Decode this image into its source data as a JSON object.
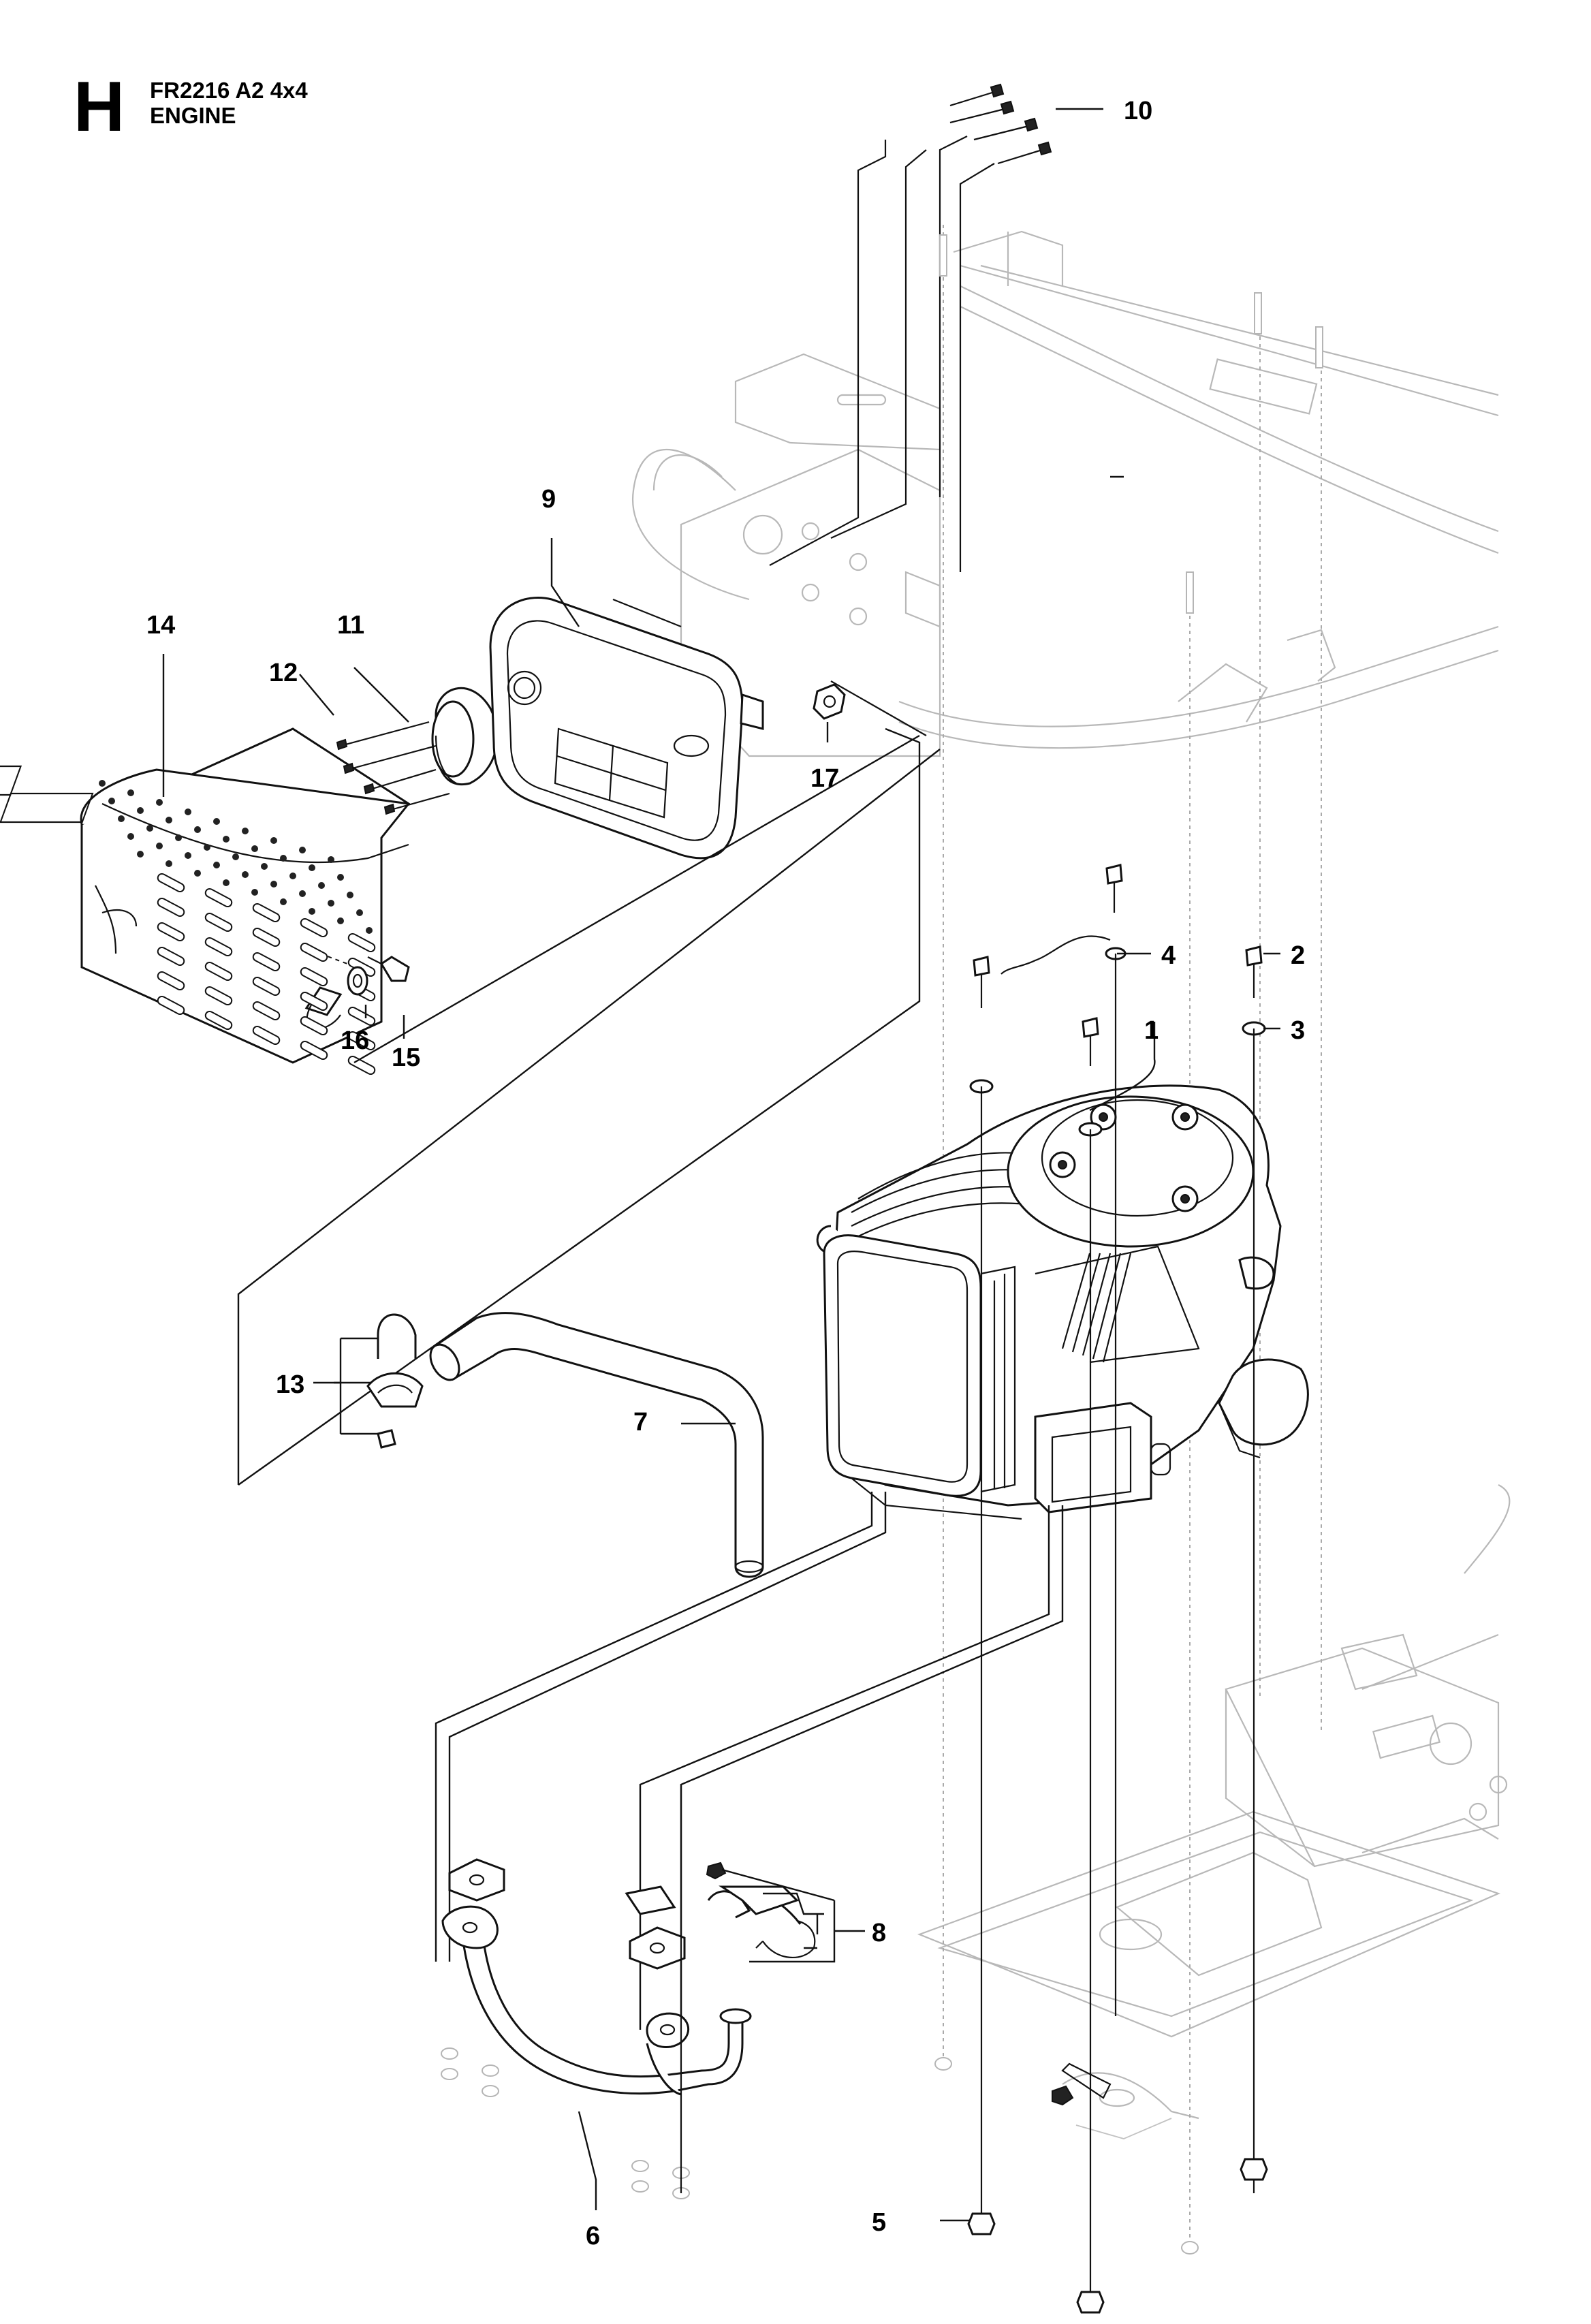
{
  "header": {
    "section_letter": "H",
    "model": "FR2216 A2 4x4",
    "section_title": "ENGINE"
  },
  "callouts": [
    {
      "number": "1",
      "part": "engine"
    },
    {
      "number": "2",
      "part": "bolt"
    },
    {
      "number": "3",
      "part": "washer"
    },
    {
      "number": "4",
      "part": "lock-washer"
    },
    {
      "number": "5",
      "part": "nut"
    },
    {
      "number": "6",
      "part": "exhaust-pipe"
    },
    {
      "number": "7",
      "part": "exhaust-pipe"
    },
    {
      "number": "8",
      "part": "clamp-kit"
    },
    {
      "number": "9",
      "part": "muffler"
    },
    {
      "number": "10",
      "part": "bolt"
    },
    {
      "number": "11",
      "part": "spark-arrestor"
    },
    {
      "number": "12",
      "part": "screw"
    },
    {
      "number": "13",
      "part": "clamp-kit"
    },
    {
      "number": "14",
      "part": "muffler-guard"
    },
    {
      "number": "15",
      "part": "screw"
    },
    {
      "number": "16",
      "part": "washer"
    },
    {
      "number": "17",
      "part": "nut"
    }
  ]
}
